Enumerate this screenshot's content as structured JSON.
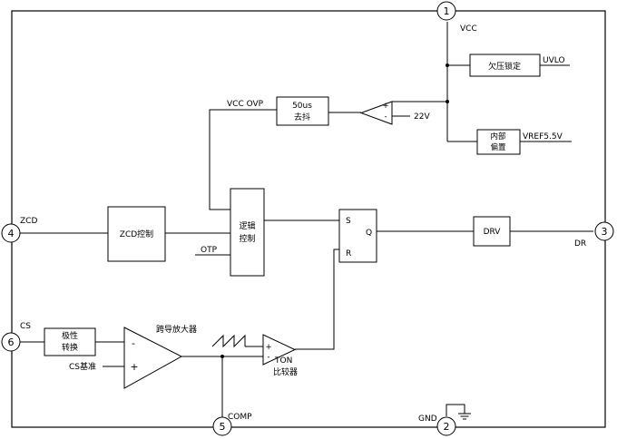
{
  "pins": {
    "vcc": {
      "number": "1",
      "label": "VCC"
    },
    "gnd": {
      "number": "2",
      "label": "GND"
    },
    "dr": {
      "number": "3",
      "label": "DR"
    },
    "zcd": {
      "number": "4",
      "label": "ZCD"
    },
    "comp": {
      "number": "5",
      "label": "COMP"
    },
    "cs": {
      "number": "6",
      "label": "CS"
    }
  },
  "blocks": {
    "uvlo": {
      "text": "欠压锁定",
      "output": "UVLO"
    },
    "bias": {
      "line1": "内部",
      "line2": "偏置",
      "output": "VREF5.5V"
    },
    "debounce": {
      "line1": "50us",
      "line2": "去抖"
    },
    "ovp_comparator": {
      "plus": "+",
      "minus": "-",
      "reference": "22V",
      "output": "VCC OVP"
    },
    "zcd_control": {
      "text": "ZCD控制"
    },
    "logic": {
      "line1": "逻辑",
      "line2": "控制",
      "input": "OTP"
    },
    "sr_latch": {
      "s": "S",
      "r": "R",
      "q": "Q"
    },
    "driver": {
      "text": "DRV"
    },
    "polarity": {
      "line1": "极性",
      "line2": "转换"
    },
    "ota": {
      "label": "跨导放大器",
      "minus": "-",
      "plus": "+",
      "reference": "CS基准"
    },
    "ton_comparator": {
      "plus": "+",
      "minus": "-",
      "line1": "TON",
      "line2": "比较器"
    }
  }
}
